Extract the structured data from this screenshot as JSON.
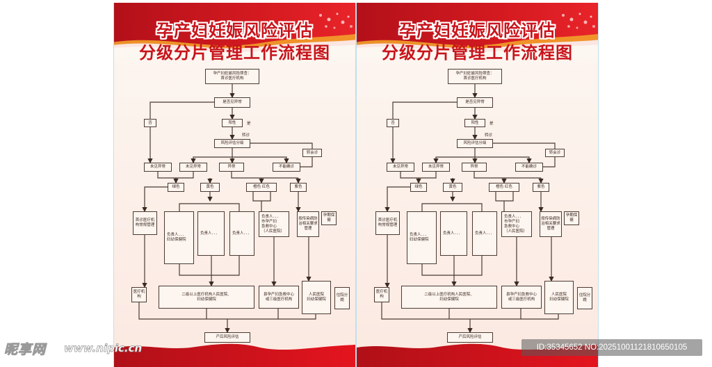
{
  "poster": {
    "title_line1": "孕产妇妊娠风险评估",
    "title_line2": "分级分片管理工作流程图",
    "colors": {
      "banner_red": "#c8141c",
      "background": "#fdf5ef",
      "line": "#4a3a32"
    }
  },
  "flowchart": {
    "nodes": {
      "screening": "孕产妇妊娠风险筛查：\n首诊医疗机构",
      "abnormal_check": "是否见异常",
      "no": "否",
      "positive": "阳性",
      "risk_grading": "风险评估分级",
      "consult": "转会诊",
      "not_abnormal_1": "未见异常",
      "not_abnormal_2": "未见异常",
      "abnormal": "异常",
      "undetermined": "不能确诊",
      "green": "绿色",
      "yellow": "黄色",
      "orange_red": "橙色  红色",
      "purple": "紫色",
      "first_visit_mgmt": "首诊医疗机构常规管理",
      "resp_maternal": "负责人．．．\n妇幼保健院",
      "resp_a": "负责人．．．",
      "resp_b": "负责人．．．",
      "resp_rescue": "负责人．．．\n市孕产妇\n急救中心\n（人民医院）",
      "infectious_mgmt": "按传染病防治相关要求管理",
      "pregnancy_mgmt": "孕期保健",
      "medical_org": "医疗机构",
      "secondary_hospitals": "二级以上医疗机构人民医院、\n妇幼保健院",
      "county_center": "县孕产妇急救中心\n或三级医疗机构",
      "people_hospital": "人民医院\n妇幼保健院",
      "delivery_triage": "住院分娩",
      "postpartum": "产后风险评估"
    },
    "labels": {
      "yes": "是",
      "referral": "转诊"
    }
  },
  "watermark": {
    "logo": "昵享网",
    "url": "www.nipic.cn",
    "id_text": "ID:35345652 NO:20251001121810650105"
  }
}
